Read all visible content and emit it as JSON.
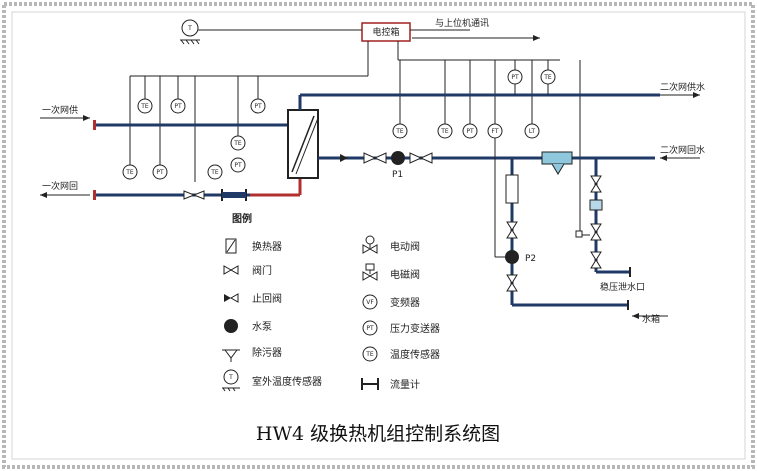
{
  "diagram": {
    "title": "HW4 级换热机组控制系统图",
    "legend_title": "图例",
    "control_box": "电控箱",
    "upper_computer": "与上位机通讯",
    "primary_supply": "一次网供",
    "primary_return": "一次网回",
    "secondary_supply": "二次网供水",
    "secondary_return": "二次网回水",
    "pressure_relief_outlet": "稳压泄水口",
    "water_tank": "水箱",
    "pump_p1": "P1",
    "pump_p2": "P2",
    "gauge_labels": {
      "flow": "FT",
      "level": "LT",
      "pressure": "PT",
      "temperature": "TE"
    }
  },
  "legend": {
    "items_left": [
      {
        "label": "换热器",
        "icon": "heat-exchanger-icon"
      },
      {
        "label": "阀门",
        "icon": "valve-icon"
      },
      {
        "label": "止回阀",
        "icon": "check-valve-icon"
      },
      {
        "label": "水泵",
        "icon": "pump-icon"
      },
      {
        "label": "除污器",
        "icon": "strainer-icon"
      },
      {
        "label": "室外温度传感器",
        "icon": "outdoor-temp-sensor-icon"
      }
    ],
    "items_right": [
      {
        "label": "电动阀",
        "icon": "motorized-valve-icon"
      },
      {
        "label": "电磁阀",
        "icon": "solenoid-valve-icon"
      },
      {
        "label": "变频器",
        "icon": "inverter-icon"
      },
      {
        "label": "压力变送器",
        "icon": "pressure-transmitter-icon"
      },
      {
        "label": "温度传感器",
        "icon": "temperature-sensor-icon"
      },
      {
        "label": "流量计",
        "icon": "flow-meter-icon"
      }
    ]
  },
  "colors": {
    "border_outer": "#b7b7b7",
    "border_inner": "#d4d4d4",
    "line": "#222222",
    "pipe_navy": "#1f3a66",
    "pipe_red": "#b03030",
    "control_box_border": "#a02020",
    "strainer_fill": "#8fc8dc",
    "check_valve_fill": "#b8d8e8"
  }
}
